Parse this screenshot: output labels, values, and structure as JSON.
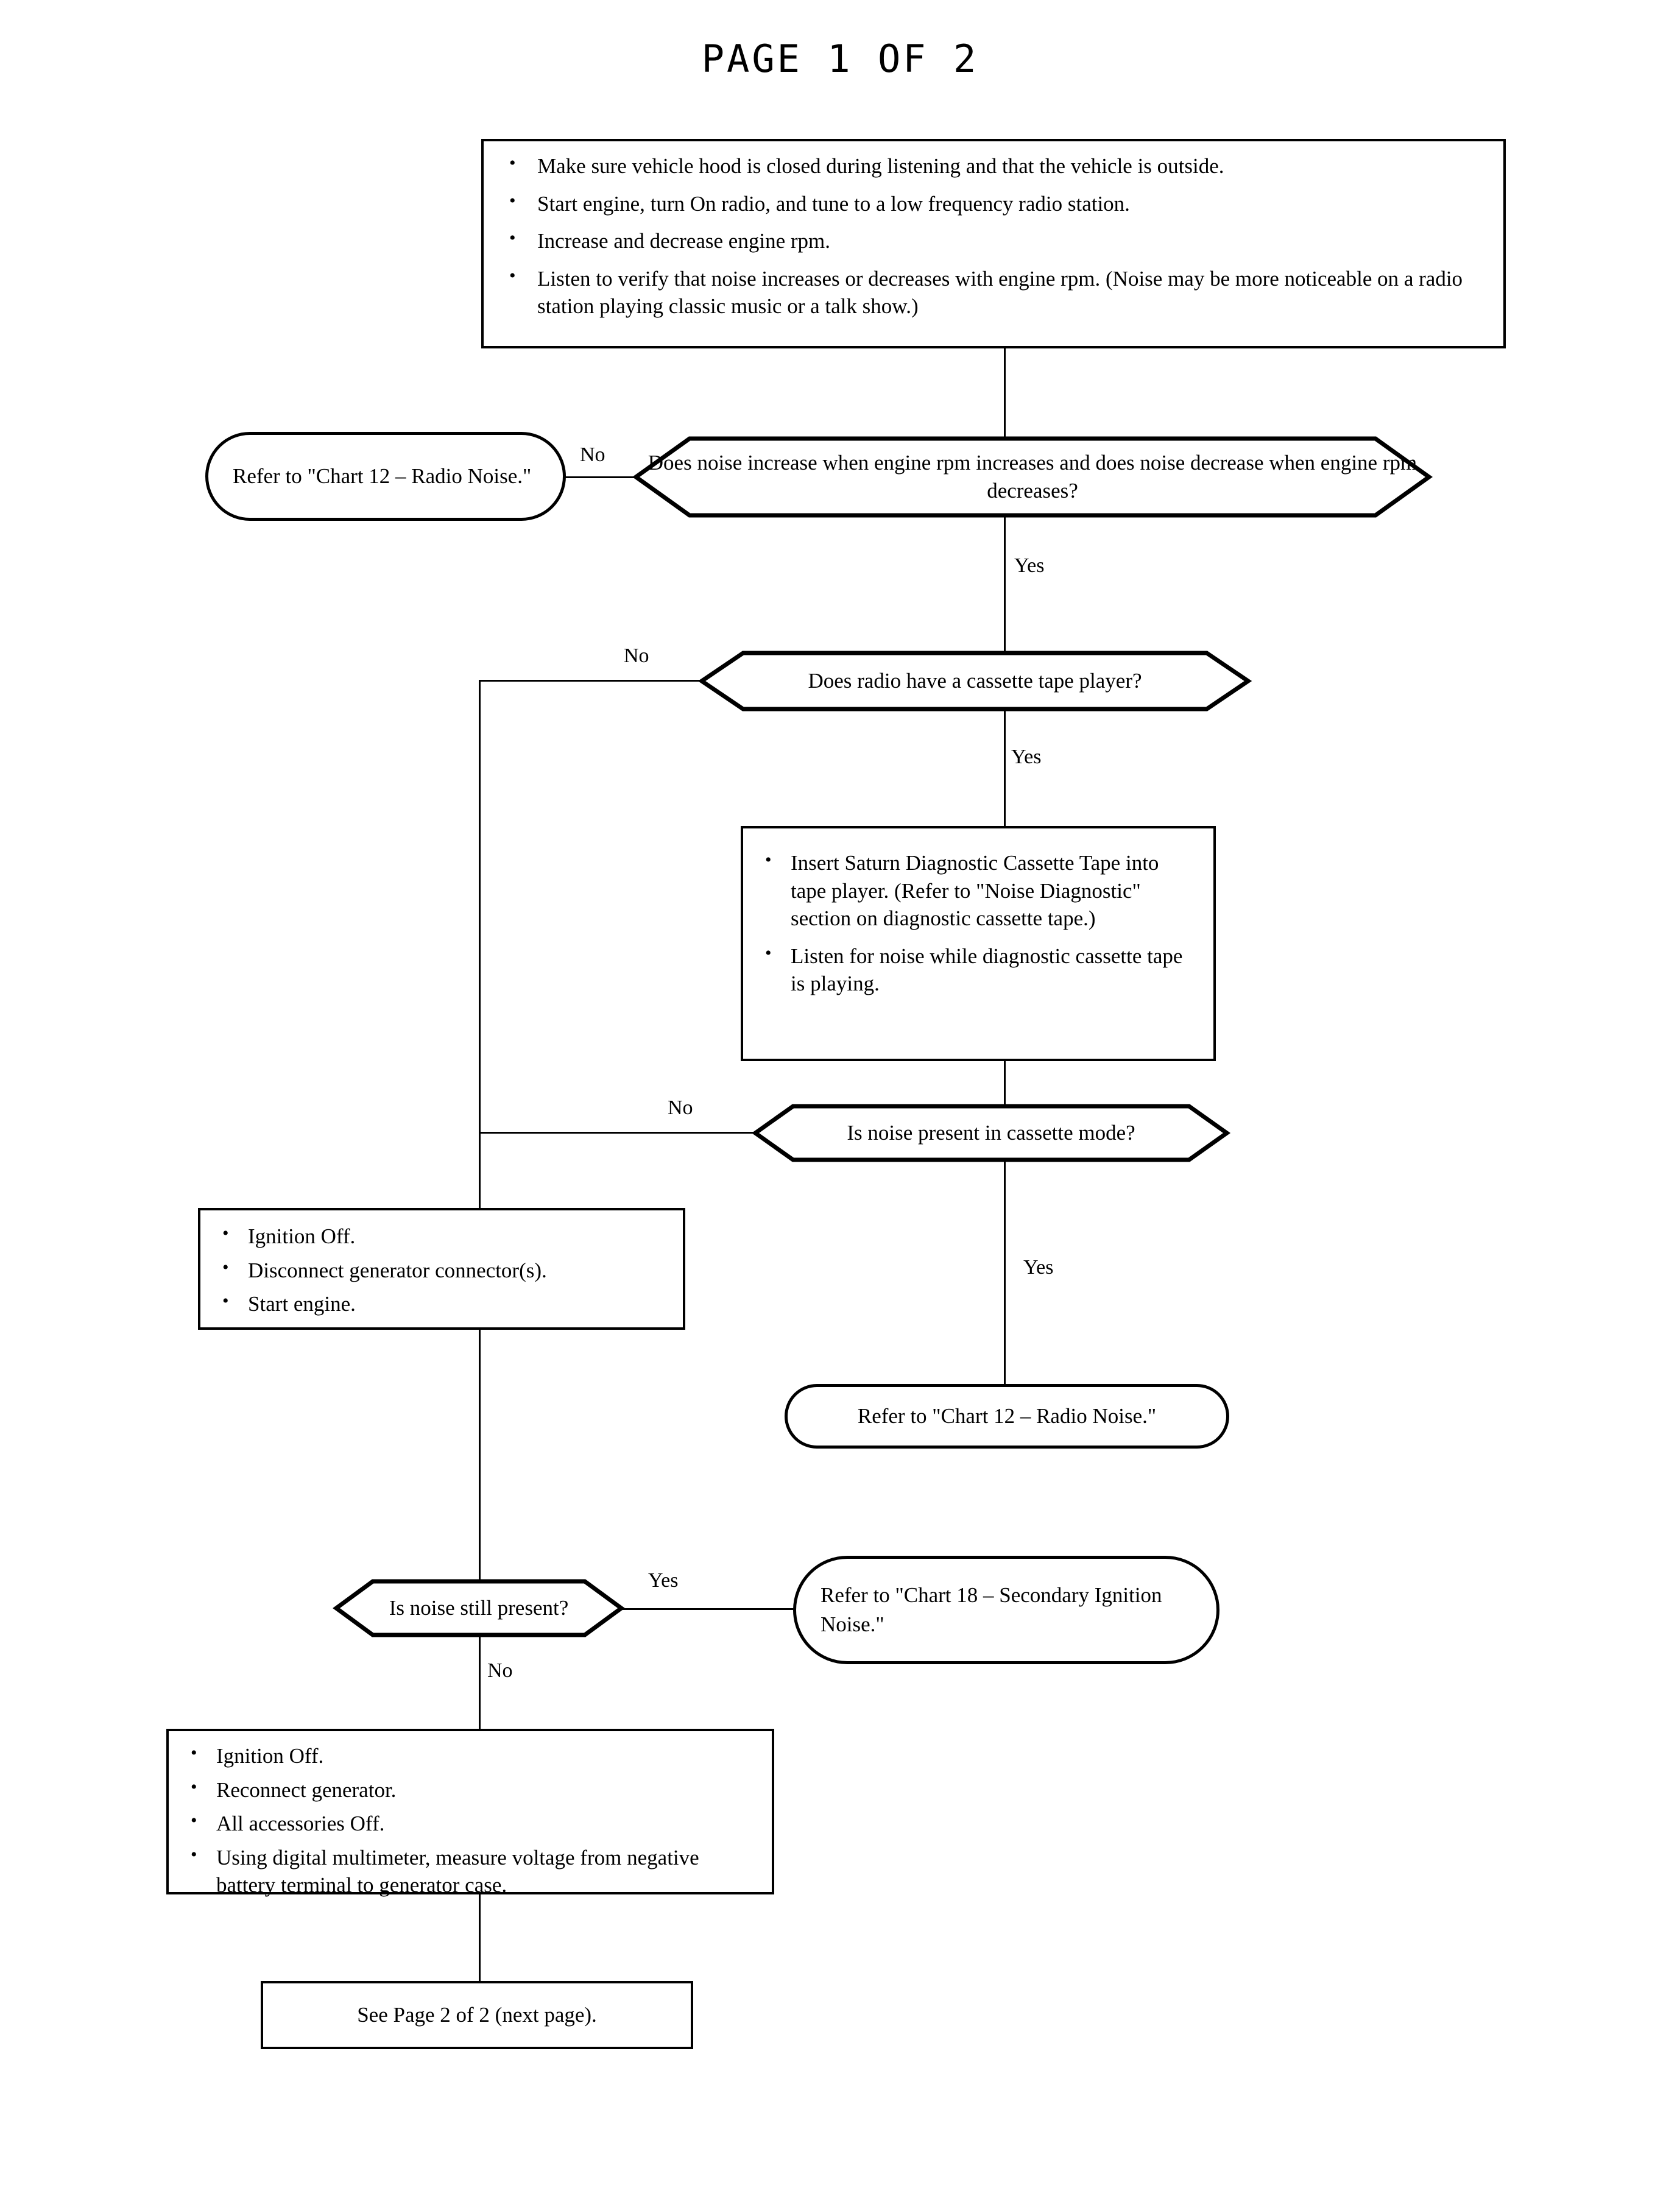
{
  "document": {
    "title": "PAGE 1 OF 2",
    "type": "flowchart",
    "subject": "Generator / Radio Noise Diagnostic Chart"
  },
  "nodes": {
    "start_instructions": {
      "shape": "process",
      "bullets": [
        "Make sure vehicle hood is closed during listening and that the vehicle is outside.",
        "Start engine, turn On radio, and tune to a low frequency radio station.",
        "Increase and decrease engine rpm.",
        "Listen to verify that noise increases or decreases with engine rpm. (Noise may be more noticeable on a radio station playing classic music  or a talk show.)"
      ]
    },
    "decision_rpm": {
      "shape": "decision",
      "text": "Does noise increase when engine rpm increases and does noise decrease when engine rpm decreases?"
    },
    "terminal_chart12_a": {
      "shape": "terminal",
      "text": "Refer to \"Chart 12 – Radio Noise.\""
    },
    "decision_cassette_player": {
      "shape": "decision",
      "text": "Does radio have a cassette tape player?"
    },
    "cassette_instructions": {
      "shape": "process",
      "bullets": [
        "Insert Saturn Diagnostic Cassette Tape into tape player. (Refer to \"Noise Diagnostic\" section on diagnostic cassette tape.)",
        "Listen for noise while diagnostic cassette tape is playing."
      ]
    },
    "decision_cassette_noise": {
      "shape": "decision",
      "text": "Is noise present in cassette mode?"
    },
    "terminal_chart12_b": {
      "shape": "terminal",
      "text": "Refer to \"Chart 12 – Radio Noise.\""
    },
    "disconnect_generator": {
      "shape": "process",
      "bullets": [
        "Ignition Off.",
        "Disconnect generator connector(s).",
        "Start engine."
      ]
    },
    "decision_noise_still": {
      "shape": "decision",
      "text": "Is noise still present?"
    },
    "terminal_chart18": {
      "shape": "terminal",
      "text": "Refer to \"Chart 18 – Secondary Ignition Noise.\""
    },
    "measure_voltage": {
      "shape": "process",
      "bullets": [
        "Ignition Off.",
        "Reconnect generator.",
        "All accessories Off.",
        "Using digital multimeter, measure voltage from negative battery terminal to generator case."
      ]
    },
    "next_page": {
      "shape": "process",
      "text": "See Page 2 of 2 (next page)."
    }
  },
  "edge_labels": {
    "rpm_no": "No",
    "rpm_yes": "Yes",
    "cassette_player_no": "No",
    "cassette_player_yes": "Yes",
    "cassette_noise_no": "No",
    "cassette_noise_yes": "Yes",
    "noise_still_yes": "Yes",
    "noise_still_no": "No"
  },
  "style": {
    "ink": "#000000",
    "paper": "#ffffff"
  }
}
